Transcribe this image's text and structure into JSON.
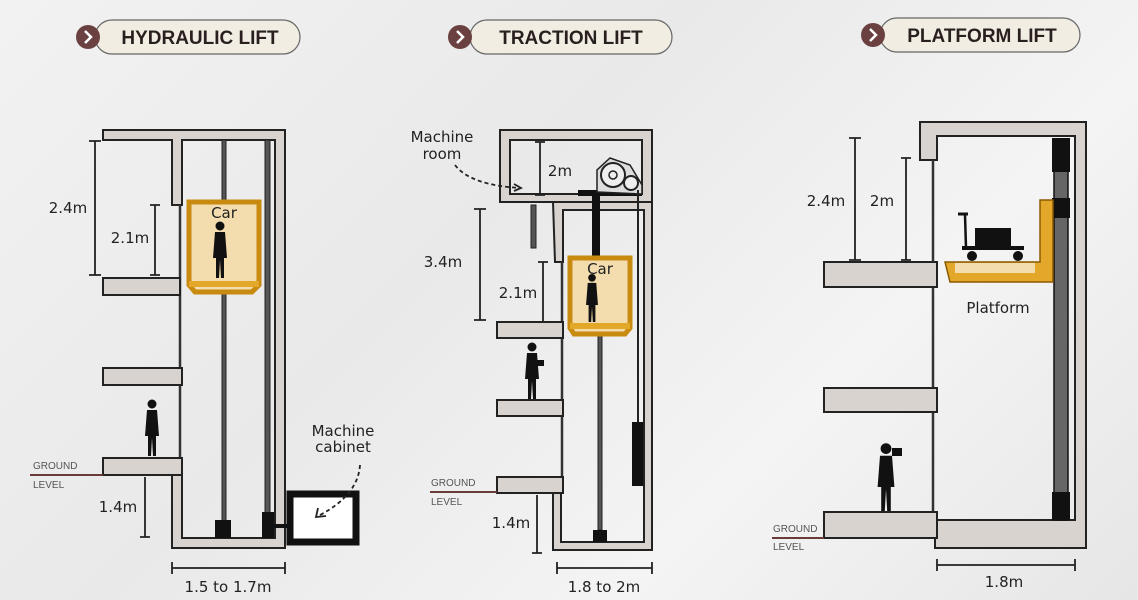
{
  "panels": [
    {
      "title": "HYDRAULIC LIFT",
      "car_label": "Car",
      "dims": {
        "overall_height": "2.4m",
        "door_height": "2.1m",
        "pit_depth": "1.4m",
        "width": "1.5 to 1.7m"
      },
      "ground": {
        "line1": "GROUND",
        "line2": "LEVEL"
      },
      "annotation": {
        "line1": "Machine",
        "line2": "cabinet"
      }
    },
    {
      "title": "TRACTION LIFT",
      "car_label": "Car",
      "dims": {
        "overall_height": "3.4m",
        "door_height": "2.1m",
        "machine_room_height": "2m",
        "pit_depth": "1.4m",
        "width": "1.8 to 2m"
      },
      "ground": {
        "line1": "GROUND",
        "line2": "LEVEL"
      },
      "annotation": {
        "line1": "Machine",
        "line2": "room"
      }
    },
    {
      "title": "PLATFORM LIFT",
      "car_label": "Platform",
      "dims": {
        "overall_height": "2.4m",
        "door_height": "2m",
        "width": "1.8m"
      },
      "ground": {
        "line1": "GROUND",
        "line2": "LEVEL"
      }
    }
  ],
  "colors": {
    "accent": "#6b4040",
    "car": "#e3a82a",
    "wall": "#d9d3cf"
  },
  "icons": {
    "header_bullet": "chevron-right-icon"
  }
}
